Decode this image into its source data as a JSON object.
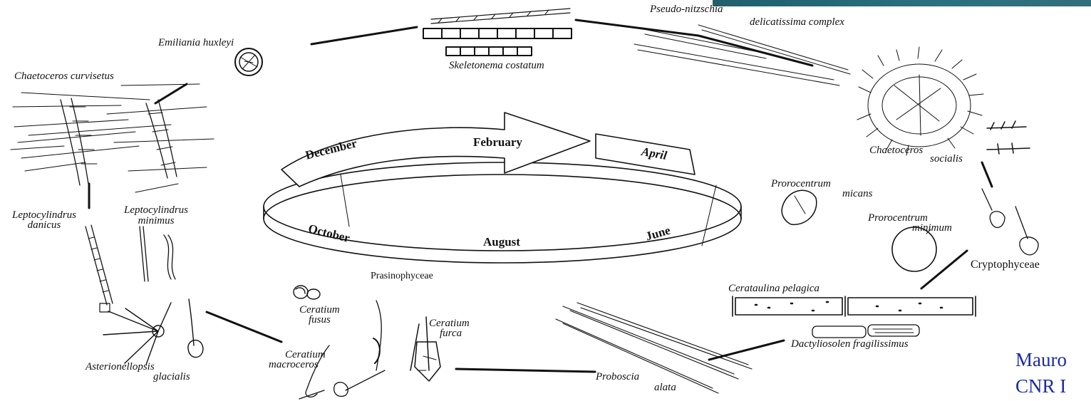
{
  "species": {
    "emiliania": "Emiliania huxleyi",
    "skeletonema": "Skeletonema costatum",
    "pseudo_1": "Pseudo-nitzschia",
    "pseudo_2": "delicatissima complex",
    "chaet_curv": "Chaetoceros curvisetus",
    "chaet_soc_1": "Chaetoceros",
    "chaet_soc_2": "socialis",
    "lepto_dan_1": "Leptocylindrus",
    "lepto_dan_2": "danicus",
    "lepto_min_1": "Leptocylindrus",
    "lepto_min_2": "minimus",
    "proro_mic_1": "Prorocentrum",
    "proro_mic_2": "micans",
    "proro_min_1": "Prorocentrum",
    "proro_min_2": "minimum",
    "crypto": "Cryptophyceae",
    "cerataulina": "Cerataulina pelagica",
    "dactylio": "Dactyliosolen fragilissimus",
    "prasino": "Prasinophyceae",
    "cer_fusus_1": "Ceratium",
    "cer_fusus_2": "fusus",
    "cer_furca_1": "Ceratium",
    "cer_furca_2": "furca",
    "cer_macro_1": "Ceratium",
    "cer_macro_2": "macroceros",
    "asterio_1": "Asterionellopsis",
    "asterio_2": "glacialis",
    "probo_1": "Proboscia",
    "probo_2": "alata"
  },
  "months": {
    "december": "December",
    "february": "February",
    "april": "April",
    "june": "June",
    "august": "August",
    "october": "October"
  },
  "author": {
    "line1": "Mauro",
    "line2": "CNR I"
  }
}
